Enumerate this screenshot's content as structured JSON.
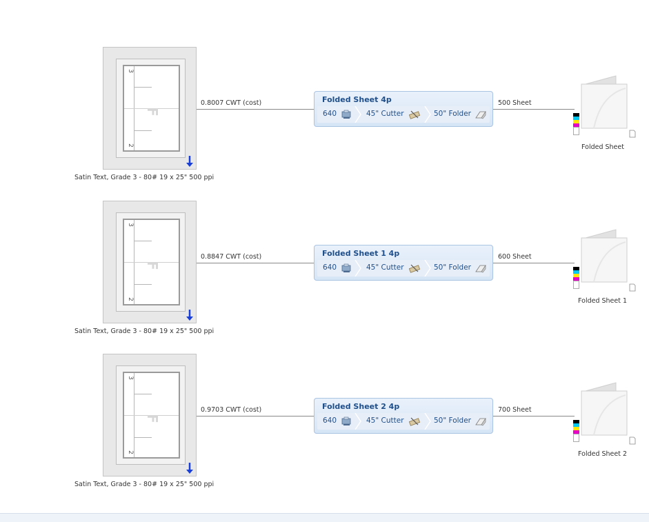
{
  "rows": [
    {
      "stock": "Satin Text, Grade 3 - 80# 19 x 25\" 500 ppi",
      "page_top": "3",
      "page_bottom": "2",
      "cost_label": "0.8007 CWT (cost)",
      "process_title": "Folded Sheet 4p",
      "steps": [
        "640",
        "45\" Cutter",
        "50\" Folder"
      ],
      "qty_label": "500 Sheet",
      "output": "Folded Sheet"
    },
    {
      "stock": "Satin Text, Grade 3 - 80# 19 x 25\" 500 ppi",
      "page_top": "3",
      "page_bottom": "2",
      "cost_label": "0.8847 CWT (cost)",
      "process_title": "Folded Sheet 1 4p",
      "steps": [
        "640",
        "45\" Cutter",
        "50\" Folder"
      ],
      "qty_label": "600 Sheet",
      "output": "Folded Sheet 1"
    },
    {
      "stock": "Satin Text, Grade 3 - 80# 19 x 25\" 500 ppi",
      "page_top": "3",
      "page_bottom": "2",
      "cost_label": "0.9703 CWT (cost)",
      "process_title": "Folded Sheet 2 4p",
      "steps": [
        "640",
        "45\" Cutter",
        "50\" Folder"
      ],
      "qty_label": "700 Sheet",
      "output": "Folded Sheet 2"
    }
  ],
  "icons": {
    "press": "press-icon",
    "cutter": "cutter-icon",
    "folder": "folder-icon",
    "arrow": "down-arrow-icon",
    "doc": "folded-sheet-icon"
  },
  "colors": {
    "accent_blue": "#1f4f8a",
    "arrow_blue": "#1a3fd6",
    "cmyk": [
      "#000000",
      "#00c8f0",
      "#ffe600",
      "#e600c8",
      "#ffffff"
    ]
  }
}
